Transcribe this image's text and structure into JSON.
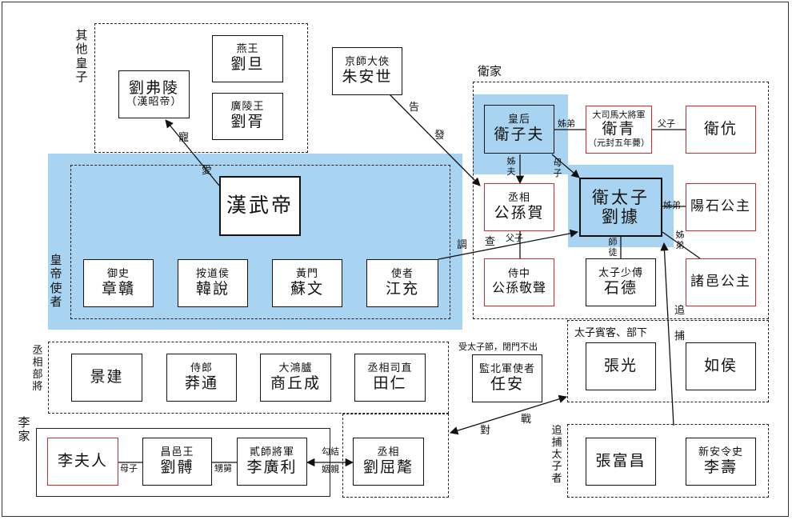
{
  "groups": {
    "other_princes": "其他皇子",
    "wei_family": "衛家",
    "envoys": "皇帝使者",
    "chancellor_staff": "丞相部將",
    "li_family": "李家",
    "pursuers": "追捕太子者",
    "guests": "太子賓客、部下"
  },
  "nodes": {
    "liufuling": {
      "name": "劉弗陵",
      "note": "（漢昭帝）"
    },
    "liudan": {
      "title": "燕王",
      "name": "劉旦"
    },
    "liuxu": {
      "title": "廣陵王",
      "name": "劉胥"
    },
    "zhuanshi": {
      "title": "京師大俠",
      "name": "朱安世"
    },
    "weizifu": {
      "title": "皇后",
      "name": "衛子夫"
    },
    "weiqing": {
      "title": "大司馬大將軍",
      "name": "衛青",
      "note": "（元封五年薨）"
    },
    "weikang": {
      "name": "衛伉"
    },
    "gongsunhe": {
      "title": "丞相",
      "name": "公孫賀"
    },
    "prince": {
      "title": "衛太子",
      "name": "劉據"
    },
    "yangshi": {
      "name": "陽石公主"
    },
    "hanwudi": {
      "name": "漢武帝"
    },
    "zhanggan": {
      "title": "御史",
      "name": "章贛"
    },
    "hanyue": {
      "title": "按道侯",
      "name": "韓說"
    },
    "suwen": {
      "title": "黃門",
      "name": "蘇文"
    },
    "jiangchong": {
      "title": "使者",
      "name": "江充"
    },
    "gongsunjingsheng": {
      "title": "侍中",
      "name": "公孫敬聲"
    },
    "shide": {
      "title": "太子少傅",
      "name": "石德"
    },
    "zhuyi": {
      "name": "諸邑公主"
    },
    "jingjian": {
      "name": "景建"
    },
    "mangtong": {
      "title": "侍郎",
      "name": "莽通"
    },
    "shangqiucheng": {
      "title": "大鴻臚",
      "name": "商丘成"
    },
    "tianren": {
      "title": "丞相司直",
      "name": "田仁"
    },
    "renan": {
      "title": "監北軍使者",
      "name": "任安",
      "note": "受太子節，閉門不出"
    },
    "zhangguang": {
      "name": "張光"
    },
    "ruhou": {
      "name": "如侯"
    },
    "lifuren": {
      "name": "李夫人"
    },
    "liubo": {
      "title": "昌邑王",
      "name": "劉髆"
    },
    "liguangli": {
      "title": "貳師將軍",
      "name": "李廣利"
    },
    "liuquli": {
      "title": "丞相",
      "name": "劉屈氂"
    },
    "zhangfuchang": {
      "name": "張富昌"
    },
    "lishou": {
      "title": "新安令史",
      "name": "李壽"
    }
  },
  "relations": {
    "chong": "寵",
    "ai": "愛",
    "gao": "告",
    "fa": "發",
    "sister_brother": "姊弟",
    "father_son": "父子",
    "sister_husband": "姊夫",
    "mother_son": "母子",
    "brother_sister_yang": "姊弟",
    "mother_son2": "母子",
    "teacher_student": "師徒",
    "sister_brother_zhu": "姊弟",
    "diao": "調",
    "cha": "查",
    "fuzi2": "父子",
    "zhui": "追",
    "bu": "捕",
    "dui": "對",
    "zhan": "戰",
    "in_law": "甥舅",
    "goujie": "勾結",
    "yinqin": "姻親"
  }
}
